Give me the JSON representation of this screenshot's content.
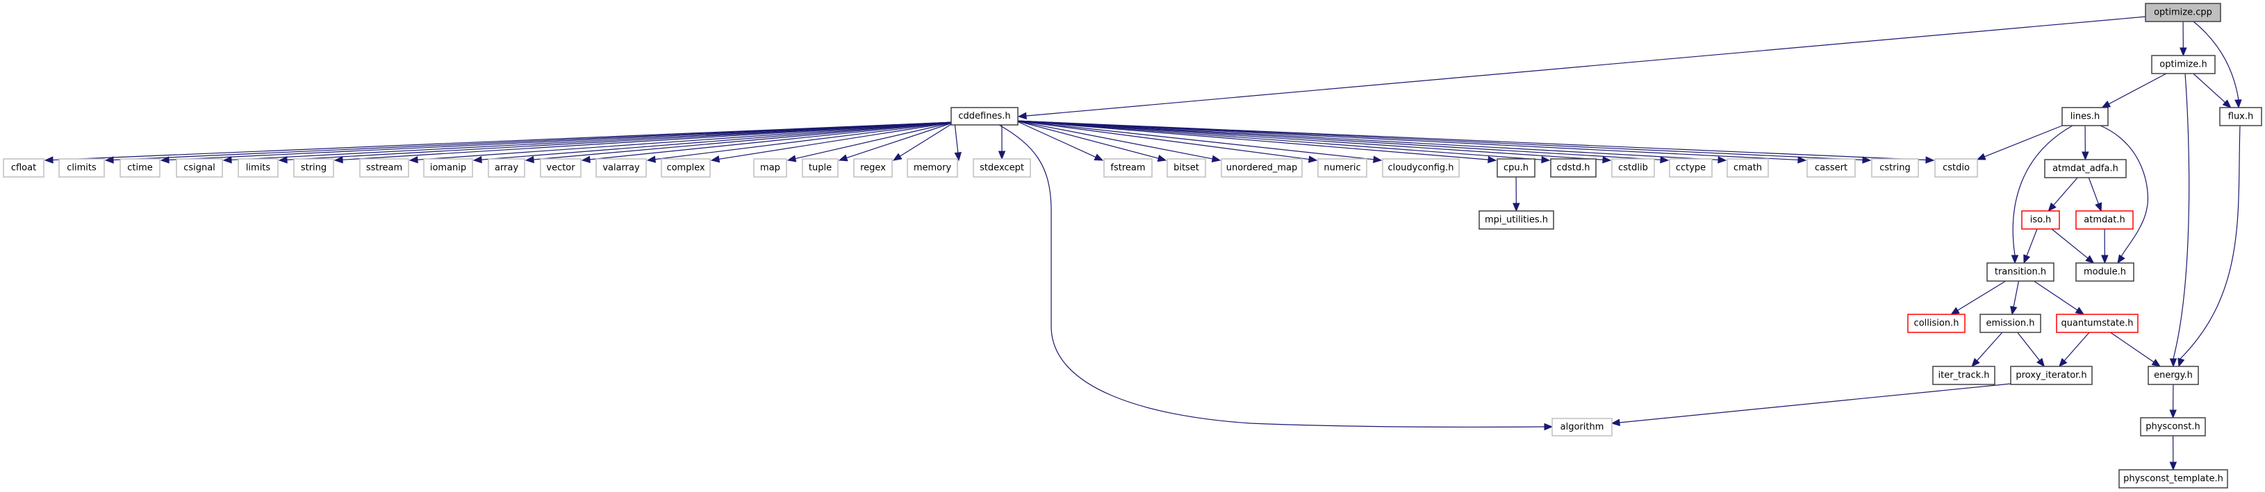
{
  "graph": {
    "title": "optimize.cpp include dependency graph",
    "colors": {
      "edge": "#191970",
      "root_fill": "#bfbfbf",
      "local_border": "#404040",
      "system_border": "#bfbfbf",
      "truncated_border": "#ff0000"
    },
    "nodes": [
      {
        "id": "optimize_cpp",
        "label": "optimize.cpp",
        "kind": "root"
      },
      {
        "id": "optimize_h",
        "label": "optimize.h",
        "kind": "local"
      },
      {
        "id": "cddefines_h",
        "label": "cddefines.h",
        "kind": "local"
      },
      {
        "id": "flux_h",
        "label": "flux.h",
        "kind": "local"
      },
      {
        "id": "lines_h",
        "label": "lines.h",
        "kind": "local"
      },
      {
        "id": "cfloat",
        "label": "cfloat",
        "kind": "system"
      },
      {
        "id": "climits",
        "label": "climits",
        "kind": "system"
      },
      {
        "id": "ctime",
        "label": "ctime",
        "kind": "system"
      },
      {
        "id": "csignal",
        "label": "csignal",
        "kind": "system"
      },
      {
        "id": "limits",
        "label": "limits",
        "kind": "system"
      },
      {
        "id": "string",
        "label": "string",
        "kind": "system"
      },
      {
        "id": "sstream",
        "label": "sstream",
        "kind": "system"
      },
      {
        "id": "iomanip",
        "label": "iomanip",
        "kind": "system"
      },
      {
        "id": "array",
        "label": "array",
        "kind": "system"
      },
      {
        "id": "vector",
        "label": "vector",
        "kind": "system"
      },
      {
        "id": "valarray",
        "label": "valarray",
        "kind": "system"
      },
      {
        "id": "complex",
        "label": "complex",
        "kind": "system"
      },
      {
        "id": "map",
        "label": "map",
        "kind": "system"
      },
      {
        "id": "tuple",
        "label": "tuple",
        "kind": "system"
      },
      {
        "id": "regex",
        "label": "regex",
        "kind": "system"
      },
      {
        "id": "memory",
        "label": "memory",
        "kind": "system"
      },
      {
        "id": "stdexcept",
        "label": "stdexcept",
        "kind": "system"
      },
      {
        "id": "fstream",
        "label": "fstream",
        "kind": "system"
      },
      {
        "id": "bitset",
        "label": "bitset",
        "kind": "system"
      },
      {
        "id": "unordered_map",
        "label": "unordered_map",
        "kind": "system"
      },
      {
        "id": "numeric",
        "label": "numeric",
        "kind": "system"
      },
      {
        "id": "cloudyconfig_h",
        "label": "cloudyconfig.h",
        "kind": "system"
      },
      {
        "id": "cpu_h",
        "label": "cpu.h",
        "kind": "local"
      },
      {
        "id": "cdstd_h",
        "label": "cdstd.h",
        "kind": "local"
      },
      {
        "id": "cstdlib",
        "label": "cstdlib",
        "kind": "system"
      },
      {
        "id": "cctype",
        "label": "cctype",
        "kind": "system"
      },
      {
        "id": "cmath",
        "label": "cmath",
        "kind": "system"
      },
      {
        "id": "cassert",
        "label": "cassert",
        "kind": "system"
      },
      {
        "id": "cstring",
        "label": "cstring",
        "kind": "system"
      },
      {
        "id": "cstdio",
        "label": "cstdio",
        "kind": "system"
      },
      {
        "id": "mpi_utilities_h",
        "label": "mpi_utilities.h",
        "kind": "local"
      },
      {
        "id": "atmdat_adfa_h",
        "label": "atmdat_adfa.h",
        "kind": "local"
      },
      {
        "id": "iso_h",
        "label": "iso.h",
        "kind": "truncated"
      },
      {
        "id": "atmdat_h",
        "label": "atmdat.h",
        "kind": "truncated"
      },
      {
        "id": "transition_h",
        "label": "transition.h",
        "kind": "local"
      },
      {
        "id": "module_h",
        "label": "module.h",
        "kind": "local"
      },
      {
        "id": "collision_h",
        "label": "collision.h",
        "kind": "truncated"
      },
      {
        "id": "emission_h",
        "label": "emission.h",
        "kind": "local"
      },
      {
        "id": "quantumstate_h",
        "label": "quantumstate.h",
        "kind": "truncated"
      },
      {
        "id": "iter_track_h",
        "label": "iter_track.h",
        "kind": "local"
      },
      {
        "id": "proxy_iterator_h",
        "label": "proxy_iterator.h",
        "kind": "local"
      },
      {
        "id": "energy_h",
        "label": "energy.h",
        "kind": "local"
      },
      {
        "id": "algorithm",
        "label": "algorithm",
        "kind": "system"
      },
      {
        "id": "physconst_h",
        "label": "physconst.h",
        "kind": "local"
      },
      {
        "id": "physconst_template_h",
        "label": "physconst_template.h",
        "kind": "local"
      }
    ],
    "edges": [
      [
        "optimize_cpp",
        "cddefines_h"
      ],
      [
        "optimize_cpp",
        "optimize_h"
      ],
      [
        "optimize_cpp",
        "flux_h"
      ],
      [
        "optimize_h",
        "lines_h"
      ],
      [
        "optimize_h",
        "flux_h"
      ],
      [
        "optimize_h",
        "energy_h"
      ],
      [
        "cddefines_h",
        "cfloat"
      ],
      [
        "cddefines_h",
        "climits"
      ],
      [
        "cddefines_h",
        "ctime"
      ],
      [
        "cddefines_h",
        "csignal"
      ],
      [
        "cddefines_h",
        "limits"
      ],
      [
        "cddefines_h",
        "string"
      ],
      [
        "cddefines_h",
        "sstream"
      ],
      [
        "cddefines_h",
        "iomanip"
      ],
      [
        "cddefines_h",
        "array"
      ],
      [
        "cddefines_h",
        "vector"
      ],
      [
        "cddefines_h",
        "valarray"
      ],
      [
        "cddefines_h",
        "complex"
      ],
      [
        "cddefines_h",
        "map"
      ],
      [
        "cddefines_h",
        "tuple"
      ],
      [
        "cddefines_h",
        "regex"
      ],
      [
        "cddefines_h",
        "memory"
      ],
      [
        "cddefines_h",
        "stdexcept"
      ],
      [
        "cddefines_h",
        "algorithm"
      ],
      [
        "cddefines_h",
        "fstream"
      ],
      [
        "cddefines_h",
        "bitset"
      ],
      [
        "cddefines_h",
        "unordered_map"
      ],
      [
        "cddefines_h",
        "numeric"
      ],
      [
        "cddefines_h",
        "cloudyconfig_h"
      ],
      [
        "cddefines_h",
        "cpu_h"
      ],
      [
        "cddefines_h",
        "cdstd_h"
      ],
      [
        "cddefines_h",
        "cstdlib"
      ],
      [
        "cddefines_h",
        "cctype"
      ],
      [
        "cddefines_h",
        "cmath"
      ],
      [
        "cddefines_h",
        "cassert"
      ],
      [
        "cddefines_h",
        "cstring"
      ],
      [
        "cddefines_h",
        "cstdio"
      ],
      [
        "cpu_h",
        "mpi_utilities_h"
      ],
      [
        "flux_h",
        "energy_h"
      ],
      [
        "lines_h",
        "cstdio"
      ],
      [
        "lines_h",
        "atmdat_adfa_h"
      ],
      [
        "lines_h",
        "transition_h"
      ],
      [
        "lines_h",
        "module_h"
      ],
      [
        "atmdat_adfa_h",
        "iso_h"
      ],
      [
        "atmdat_adfa_h",
        "atmdat_h"
      ],
      [
        "iso_h",
        "transition_h"
      ],
      [
        "iso_h",
        "module_h"
      ],
      [
        "atmdat_h",
        "module_h"
      ],
      [
        "transition_h",
        "collision_h"
      ],
      [
        "transition_h",
        "emission_h"
      ],
      [
        "transition_h",
        "quantumstate_h"
      ],
      [
        "emission_h",
        "iter_track_h"
      ],
      [
        "emission_h",
        "proxy_iterator_h"
      ],
      [
        "quantumstate_h",
        "proxy_iterator_h"
      ],
      [
        "quantumstate_h",
        "energy_h"
      ],
      [
        "proxy_iterator_h",
        "algorithm"
      ],
      [
        "energy_h",
        "physconst_h"
      ],
      [
        "physconst_h",
        "physconst_template_h"
      ]
    ]
  }
}
